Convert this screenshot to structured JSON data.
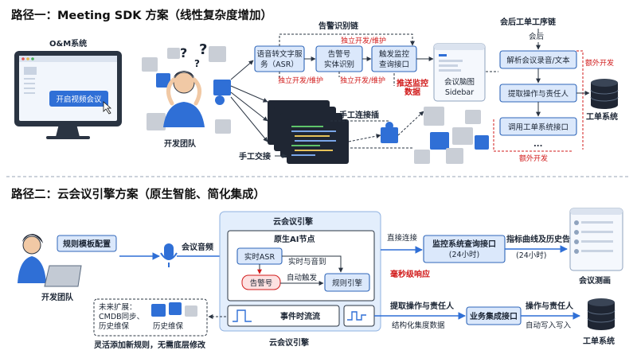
{
  "path1": {
    "title": "路径一：Meeting SDK 方案（线性复杂度增加）",
    "om_system": "O&M系统",
    "open_meeting_button": "开启视频会议",
    "dev_team": "开发团队",
    "asr_box": [
      "语音转文字服",
      "务（ASR）"
    ],
    "alarm_box": [
      "告警号",
      "实体识别"
    ],
    "monitor_box": [
      "触发监控",
      "查询接口"
    ],
    "sidebar_box": [
      "会议脑图",
      "Sidebar"
    ],
    "alarm_chain": "告警识别链",
    "independent_dev_top": "独立开发/维护",
    "independent_dev_left": "独立开发/维护",
    "independent_dev_mid": "独立开发/维护",
    "push_monitor_data": [
      "推送监控",
      "数据"
    ],
    "manual_connect": "手工连接插",
    "manual_handoff": "手工交接",
    "post_chain_title": "会后工单工序链",
    "post_meeting": "会后",
    "parse_recording": "解析会议录音/文本",
    "extract_actions": "提取操作与责任人",
    "call_ticket_api": "调用工单系统接口",
    "ellipsis": "...",
    "extra_dev_right": "额外开发",
    "extra_dev_bottom": "额外开发",
    "ticket_system": "工单系统"
  },
  "path2": {
    "title": "路径二：云会议引擎方案（原生智能、简化集成）",
    "rule_template": "规则模板配置",
    "dev_team": "开发团队",
    "meeting_audio": "会议音频",
    "engine_title": "云会议引擎",
    "engine_bottom": "云会议引擎",
    "native_ai_node": "原生AI节点",
    "realtime_asr": "实时ASR",
    "realtime_hear": "实时与音到",
    "alarm_no": "告警号",
    "auto_trigger": "自动触发",
    "rule_engine": "规则引擎",
    "event_stream": "事件时流流",
    "direct_connect": "直接连接",
    "monitor_api": [
      "监控系统查询接口",
      "(24小时)"
    ],
    "metric_label": "指标曲线及历史告警",
    "hours24": "(24小时)",
    "millisecond": "毫秒级响应",
    "extract_actions": "提取操作与责任人",
    "structured_data": "结构化集度数据",
    "biz_api": "业务集成接口",
    "actions_owner": "操作与责任人",
    "auto_write": "自动写入写入",
    "meeting_dashboard": "会议测画",
    "ticket_system": "工单系统",
    "future_ext": [
      "未来扩展：",
      "CMDB同步、",
      "历史维保"
    ],
    "history_maint": "历史维保",
    "flexible_rules": "灵活添加新规则，无需底层修改"
  },
  "colors": {
    "accent": "#2f6fd6",
    "red": "#d11a1a",
    "box_fill": "#dbe8fb",
    "engine_bg": "#e3eefc"
  }
}
